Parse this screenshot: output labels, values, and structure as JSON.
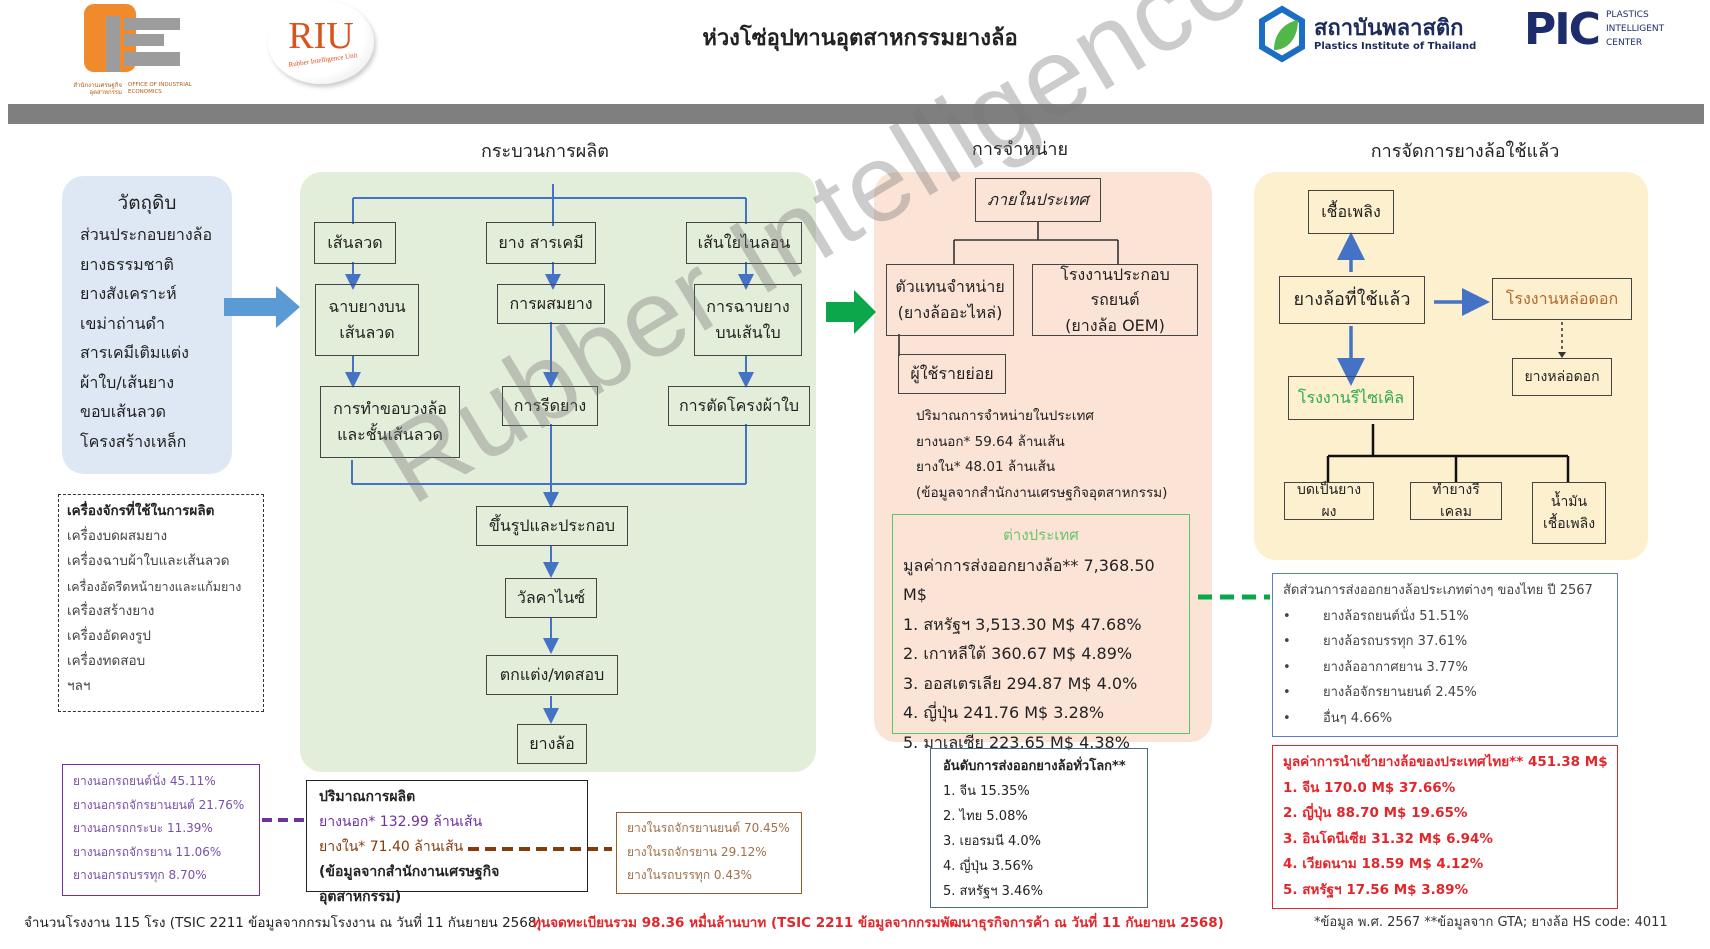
{
  "header": {
    "title": "ห่วงโซ่อุปทานอุตสาหกรรมยางล้อ",
    "logos": {
      "oie": {
        "caption_th": "สำนักงานเศรษฐกิจอุตสาหกรรม",
        "caption_en": "OFFICE OF INDUSTRIAL ECONOMICS"
      },
      "riu": {
        "mark": "RIU",
        "text": "Rubber Intelligence Unit"
      },
      "pit": {
        "name_th": "สถาบันพลาสติก",
        "name_en": "Plastics Institute of Thailand"
      },
      "pic": {
        "mark": "PIC",
        "line1": "PLASTICS",
        "line2": "INTELLIGENT",
        "line3": "CENTER"
      }
    }
  },
  "colors": {
    "raw_panel": "#dde8f4",
    "production_panel": "#e2eed9",
    "distribution_panel": "#fbe3d6",
    "used_panel": "#fdf0cf",
    "flow_blue": "#4472c4",
    "arrow_green": "#0ba74a",
    "accent_red": "#e3262b",
    "accent_purple": "#7030a0",
    "accent_brown": "#9a5b2b"
  },
  "raw_materials": {
    "title": "วัตถุดิบ",
    "items": [
      "ส่วนประกอบยางล้อ",
      "ยางธรรมชาติ",
      "ยางสังเคราะห์",
      "เขม่าถ่านดำ",
      "สารเคมีเติมแต่ง",
      "ผ้าใบ/เส้นยาง",
      "ขอบเส้นลวด",
      "โครงสร้างเหล็ก"
    ]
  },
  "machines": {
    "title": "เครื่องจักรที่ใช้ในการผลิต",
    "items": [
      "เครื่องบดผสมยาง",
      "เครื่องฉาบผ้าใบและเส้นลวด",
      "เครื่องอัดรีดหน้ายางและแก้มยาง",
      "เครื่องสร้างยาง",
      "เครื่องอัดคงรูป",
      "เครื่องทดสอบ",
      "ฯลฯ"
    ]
  },
  "production": {
    "title": "กระบวนการผลิต",
    "col1": [
      "เส้นลวด",
      "ฉาบยางบน\nเส้นลวด",
      "การทำขอบวงล้อ\nและชั้นเส้นลวด"
    ],
    "col2": [
      "ยาง สารเคมี",
      "การผสมยาง",
      "การรีดยาง"
    ],
    "col3": [
      "เส้นใยไนลอน",
      "การฉาบยาง\nบนเส้นใบ",
      "การตัดโครงผ้าใบ"
    ],
    "main": [
      "ขึ้นรูปและประกอบ",
      "วัลคาไนซ์",
      "ตกแต่ง/ทดสอบ",
      "ยางล้อ"
    ]
  },
  "production_volume": {
    "title": "ปริมาณการผลิต",
    "outer": "ยางนอก* 132.99 ล้านเส้น",
    "inner": "ยางใน* 71.40 ล้านเส้น",
    "source": "(ข้อมูลจากสำนักงานเศรษฐกิจอุตสาหกรรม)"
  },
  "outer_tire_share": [
    "ยางนอกรถยนต์นั่ง 45.11%",
    "ยางนอกรถจักรยานยนต์ 21.76%",
    "ยางนอกรถกระบะ 11.39%",
    "ยางนอกรถจักรยาน 11.06%",
    "ยางนอกรถบรรทุก 8.70%"
  ],
  "inner_tire_share": [
    "ยางในรถจักรยานยนต์ 70.45%",
    "ยางในรถจักรยาน 29.12%",
    "ยางในรถบรรทุก 0.43%"
  ],
  "distribution": {
    "title": "การจำหน่าย",
    "domestic": "ภายในประเทศ",
    "dealer": "ตัวแทนจำหน่าย\n(ยางล้ออะไหล่)",
    "oem": "โรงงานประกอบรถยนต์\n(ยางล้อ OEM)",
    "retail": "ผู้ใช้รายย่อย",
    "domestic_volume": [
      "ปริมาณการจำหน่ายในประเทศ",
      "ยางนอก* 59.64 ล้านเส้น",
      "ยางใน* 48.01 ล้านเส้น",
      "(ข้อมูลจากสำนักงานเศรษฐกิจอุตสาหกรรม)"
    ],
    "export": {
      "title": "ต่างประเทศ",
      "total": "มูลค่าการส่งออกยางล้อ** 7,368.50 M$",
      "items": [
        "1.  สหรัฐฯ 3,513.30 M$ 47.68%",
        "2.  เกาหลีใต้ 360.67 M$ 4.89%",
        "3.  ออสเตรเลีย 294.87 M$ 4.0%",
        "4.  ญี่ปุ่น 241.76 M$ 3.28%",
        "5.  มาเลเซีย 223.65 M$ 4.38%"
      ]
    },
    "world_rank": {
      "title": "อันดับการส่งออกยางล้อทั่วโลก**",
      "items": [
        "1.   จีน 15.35%",
        "2.   ไทย 5.08%",
        "3.   เยอรมนี 4.0%",
        "4.   ญี่ปุ่น 3.56%",
        "5.   สหรัฐฯ 3.46%"
      ]
    }
  },
  "used_tires": {
    "title": "การจัดการยางล้อใช้แล้ว",
    "fuel": "เชื้อเพลิง",
    "used": "ยางล้อที่ใช้แล้ว",
    "retread_plant": "โรงงานหล่อดอก",
    "retread_tire": "ยางหล่อดอก",
    "recycle_plant": "โรงงานรีไซเคิล",
    "outputs": [
      "บดเป็นยางผง",
      "ทำยางรีเคลม",
      "น้ำมัน\nเชื้อเพลิง"
    ]
  },
  "export_share": {
    "title": "สัดส่วนการส่งออกยางล้อประเภทต่างๆ ของไทย ปี 2567",
    "items": [
      "ยางล้อรถยนต์นั่ง 51.51%",
      "ยางล้อรถบรรทุก 37.61%",
      "ยางล้ออากาศยาน 3.77%",
      "ยางล้อจักรยานยนต์ 2.45%",
      "อื่นๆ 4.66%"
    ]
  },
  "import_value": {
    "title": "มูลค่าการนำเข้ายางล้อของประเทศไทย** 451.38 M$",
    "items": [
      "1.  จีน 170.0 M$ 37.66%",
      "2.  ญี่ปุ่น 88.70 M$ 19.65%",
      "3.  อินโดนีเซีย 31.32 M$ 6.94%",
      "4.  เวียดนาม 18.59 M$ 4.12%",
      "5.  สหรัฐฯ 17.56 M$ 3.89%"
    ]
  },
  "footer": {
    "factories": "จำนวนโรงงาน 115 โรง (TSIC 2211 ข้อมูลจากกรมโรงงาน ณ วันที่ 11 กันยายน 2568)",
    "capital": "ทุนจดทะเบียนรวม 98.36 หมื่นล้านบาท (TSIC 2211 ข้อมูลจากกรมพัฒนาธุรกิจการค้า ณ วันที่ 11 กันยายน 2568)",
    "notes": "*ข้อมูล พ.ศ. 2567  **ข้อมูลจาก GTA; ยางล้อ HS code: 4011"
  },
  "watermark": "Rubber Intelligence Unit"
}
